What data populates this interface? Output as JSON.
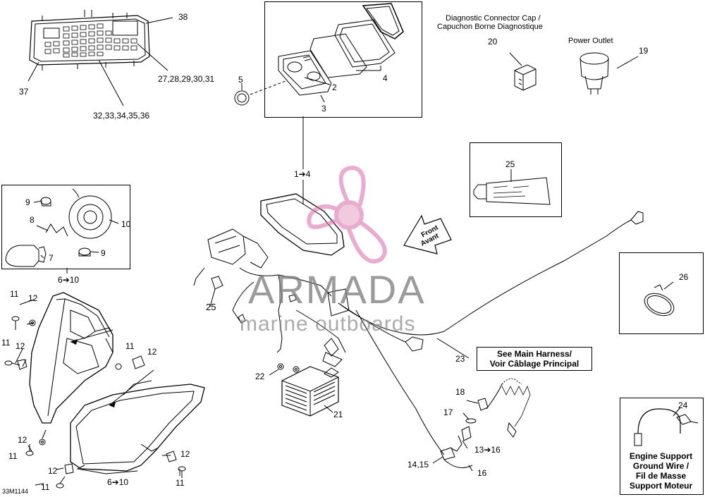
{
  "diagram_code": "33M1144",
  "watermark": {
    "brand": "ARMADA",
    "tagline": "marine outboards"
  },
  "notes": {
    "diag_cap_line1": "Diagnostic Connector Cap /",
    "diag_cap_line2": "Capuchon Borne Diagnostique",
    "power_outlet": "Power Outlet",
    "front": "Front",
    "avant": "Avant",
    "main_harness_line1": "See Main Harness/",
    "main_harness_line2": "Voir Câblage Principal",
    "ground_line1": "Engine Support",
    "ground_line2": "Ground Wire /",
    "ground_line3": "Fil de Masse",
    "ground_line4": "Support Moteur"
  },
  "callouts": {
    "c38": "38",
    "c37": "37",
    "c27": "27,28,29,30,31",
    "c32": "32,33,34,35,36",
    "c5": "5",
    "c2": "2",
    "c3": "3",
    "c4": "4",
    "c20": "20",
    "c19": "19",
    "c1to4": "1➔4",
    "c25box": "25",
    "c9a": "9",
    "c8": "8",
    "c10": "10",
    "c7": "7",
    "c9b": "9",
    "c6to10a": "6➔10",
    "c25": "25",
    "c26": "26",
    "c11a": "11",
    "c12a": "12",
    "c11b": "11",
    "c12b": "12",
    "c11c": "11",
    "c12c": "12",
    "c22": "22",
    "c21": "21",
    "c23": "23",
    "c18": "18",
    "c17": "17",
    "c13to16": "13➔16",
    "c1415": "14,15",
    "c16": "16",
    "c24": "24",
    "c12d": "12",
    "c11d": "11",
    "c12e": "12",
    "c11e": "11",
    "c6to10b": "6➔10",
    "c12f": "12",
    "c11f": "11"
  }
}
